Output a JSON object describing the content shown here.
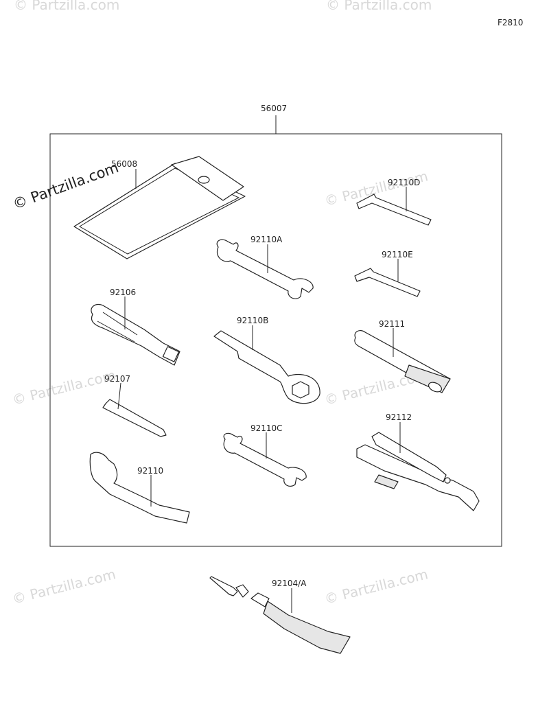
{
  "figure_code": "F2810",
  "parent_label": "56007",
  "watermark": "© Partzilla.com",
  "parts": [
    {
      "id": "p56008",
      "label": "56008"
    },
    {
      "id": "p92110D",
      "label": "92110D"
    },
    {
      "id": "p92110A",
      "label": "92110A"
    },
    {
      "id": "p92110E",
      "label": "92110E"
    },
    {
      "id": "p92106",
      "label": "92106"
    },
    {
      "id": "p92110B",
      "label": "92110B"
    },
    {
      "id": "p92111",
      "label": "92111"
    },
    {
      "id": "p92107",
      "label": "92107"
    },
    {
      "id": "p92110C",
      "label": "92110C"
    },
    {
      "id": "p92112",
      "label": "92112"
    },
    {
      "id": "p92110",
      "label": "92110"
    },
    {
      "id": "p92104A",
      "label": "92104/A"
    }
  ]
}
